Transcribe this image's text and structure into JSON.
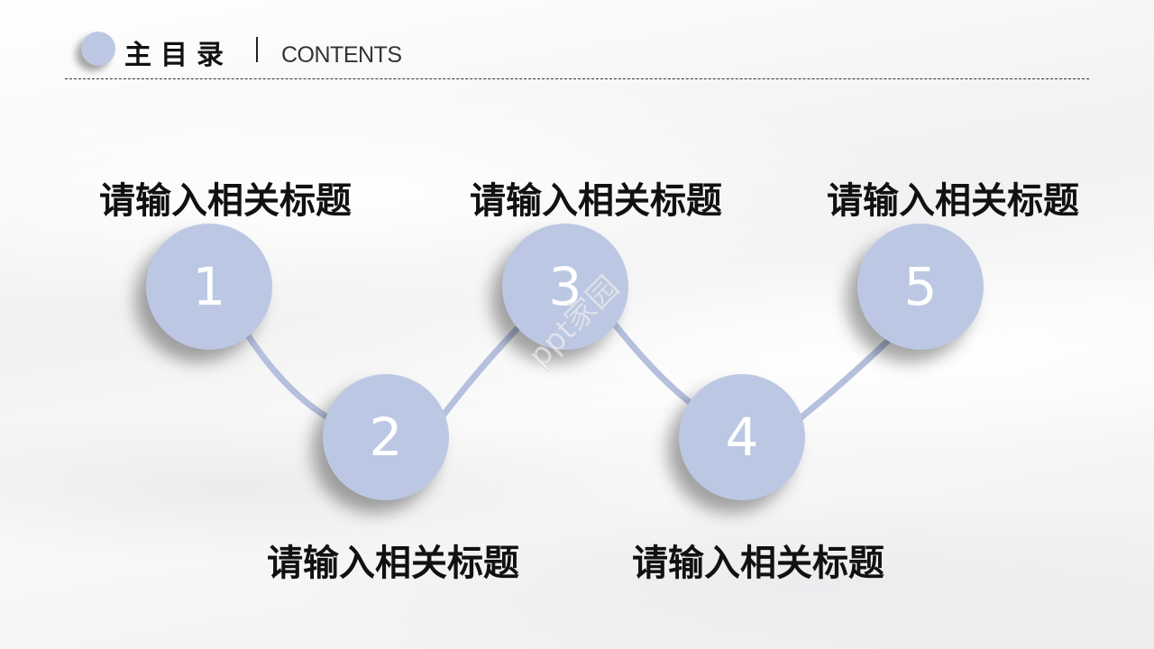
{
  "header": {
    "title": "主目录",
    "subtitle": "CONTENTS"
  },
  "colors": {
    "accent": "#bcc8e3",
    "text": "#111111"
  },
  "items": [
    {
      "number": "1",
      "title": "请输入相关标题"
    },
    {
      "number": "2",
      "title": "请输入相关标题"
    },
    {
      "number": "3",
      "title": "请输入相关标题"
    },
    {
      "number": "4",
      "title": "请输入相关标题"
    },
    {
      "number": "5",
      "title": "请输入相关标题"
    }
  ],
  "watermark": "ppt家园"
}
